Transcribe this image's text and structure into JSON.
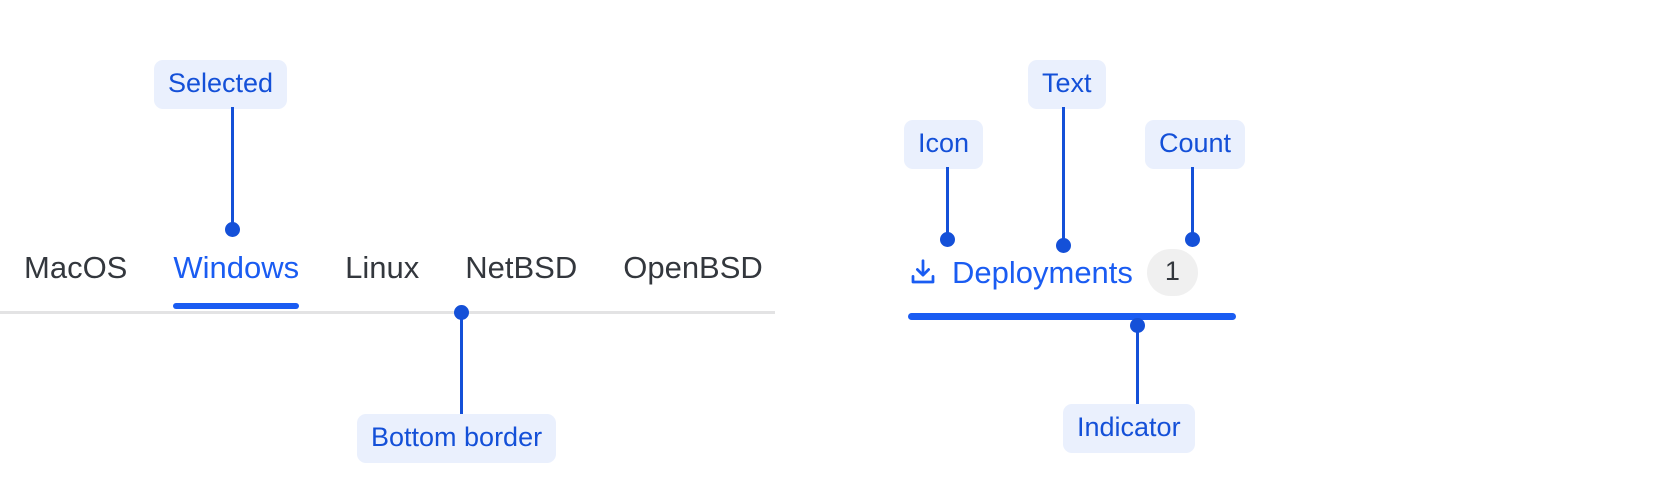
{
  "left_group": {
    "tabs": [
      {
        "label": "MacOS",
        "selected": false
      },
      {
        "label": "Windows",
        "selected": true
      },
      {
        "label": "Linux",
        "selected": false
      },
      {
        "label": "NetBSD",
        "selected": false
      },
      {
        "label": "OpenBSD",
        "selected": false
      }
    ],
    "annotations": {
      "selected": "Selected",
      "bottom_border": "Bottom border"
    }
  },
  "right_group": {
    "tab": {
      "icon": "download-icon",
      "text": "Deployments",
      "count": "1"
    },
    "annotations": {
      "icon": "Icon",
      "text": "Text",
      "count": "Count",
      "indicator": "Indicator"
    }
  },
  "colors": {
    "accent": "#1a5cf2",
    "annotation_text": "#1450d8",
    "annotation_bg": "#eaf0fd",
    "tab_text": "#33373d",
    "border": "#e3e3e4",
    "badge_bg": "#f0f0f0"
  }
}
